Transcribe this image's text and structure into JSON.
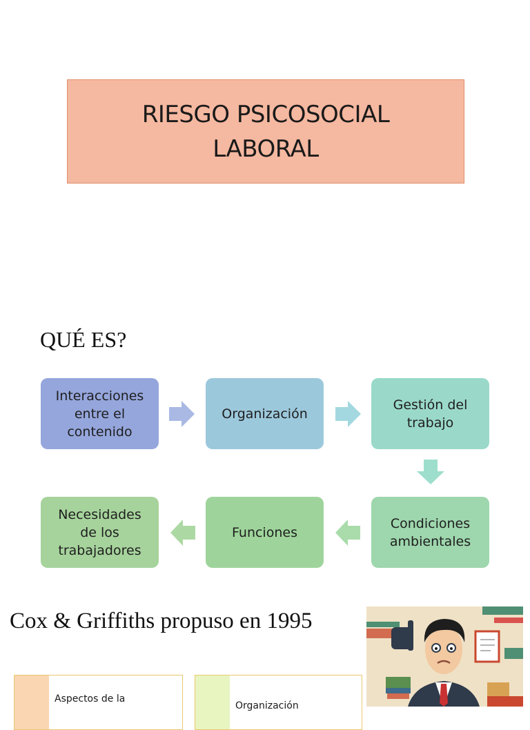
{
  "title": {
    "text": "RIESGO PSICOSOCIAL\nLABORAL"
  },
  "section_question": "QUÉ ES?",
  "flow": {
    "nodes": [
      {
        "label": "Interacciones\nentre el\ncontenido",
        "color": "#95a6dc"
      },
      {
        "label": "Organización",
        "color": "#9cc8dc"
      },
      {
        "label": "Gestión del\ntrabajo",
        "color": "#9ad9c9"
      },
      {
        "label": "Condiciones\nambientales",
        "color": "#9ed6ad"
      },
      {
        "label": "Funciones",
        "color": "#9ed49b"
      },
      {
        "label": "Necesidades\nde los\ntrabajadores",
        "color": "#a6d39c"
      }
    ],
    "arrow_colors": [
      "#a9b9e4",
      "#a3d8e0",
      "#9ddfcc",
      "#a9dcaa",
      "#acd9a3"
    ]
  },
  "section_cox": "Cox & Griffiths propuso en 1995",
  "illustration": {
    "description_icon": "stressed-worker-illustration"
  },
  "cards": [
    {
      "text": "Aspectos de la",
      "tab_color": "#fbd6b2"
    },
    {
      "text": "Organización",
      "tab_color": "#e8f5c0"
    }
  ]
}
